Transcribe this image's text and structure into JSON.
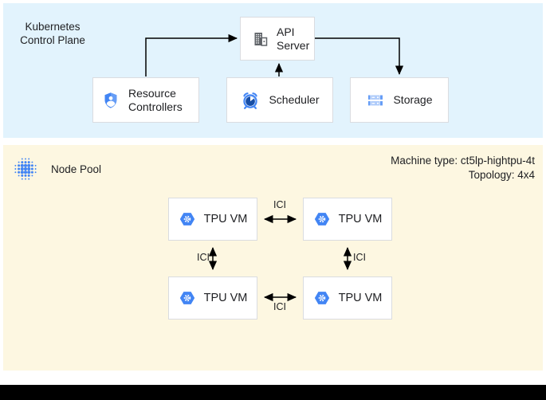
{
  "control_plane": {
    "title": "Kubernetes Control Plane",
    "api_server": "API Server",
    "resource_controllers": "Resource Controllers",
    "scheduler": "Scheduler",
    "storage": "Storage"
  },
  "node_pool": {
    "title": "Node Pool",
    "machine_type": "Machine type: ct5lp-hightpu-4t",
    "topology": "Topology: 4x4",
    "vms": [
      {
        "label": "TPU VM"
      },
      {
        "label": "TPU VM"
      },
      {
        "label": "TPU VM"
      },
      {
        "label": "TPU VM"
      }
    ],
    "links": [
      {
        "label": "ICI"
      },
      {
        "label": "ICI"
      },
      {
        "label": "ICI"
      },
      {
        "label": "ICI"
      }
    ]
  },
  "colors": {
    "control_plane_bg": "#E2F3FD",
    "node_pool_bg": "#FDF7E1",
    "accent_blue": "#4285F4",
    "shield_light_blue": "#669DF6",
    "storage_light_blue": "#AECBFA",
    "clock_face_blue": "#174EA6",
    "icon_gray": "#5F6368",
    "box_border": "#DADCE0",
    "text": "#202124",
    "arrow": "#000000"
  }
}
